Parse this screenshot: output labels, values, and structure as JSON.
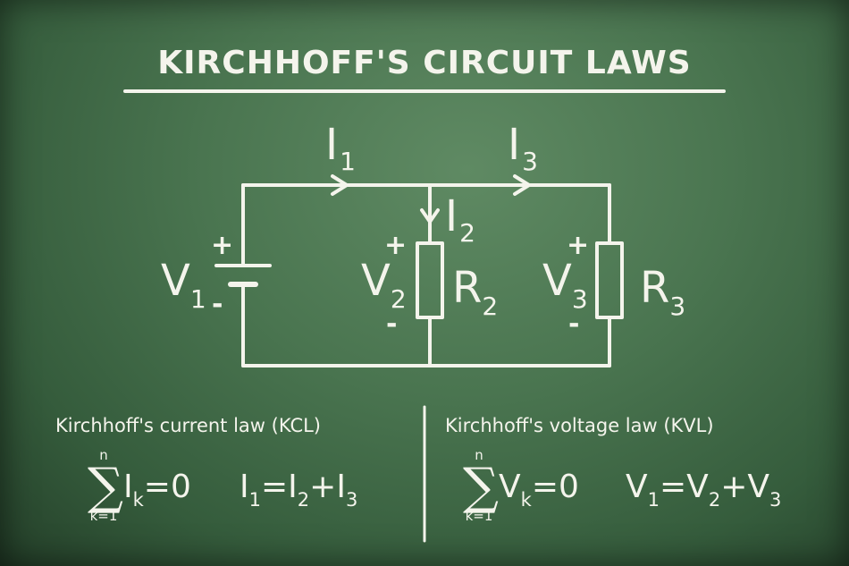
{
  "title": "KIRCHHOFF'S CIRCUIT LAWS",
  "circuit": {
    "i1": {
      "main": "I",
      "sub": "1"
    },
    "i2": {
      "main": "I",
      "sub": "2"
    },
    "i3": {
      "main": "I",
      "sub": "3"
    },
    "v1": {
      "main": "V",
      "sub": "1"
    },
    "v2": {
      "main": "V",
      "sub": "2"
    },
    "v3": {
      "main": "V",
      "sub": "3"
    },
    "r2": {
      "main": "R",
      "sub": "2"
    },
    "r3": {
      "main": "R",
      "sub": "3"
    },
    "plus": "+",
    "minus": "-"
  },
  "kcl": {
    "heading": "Kirchhoff's current law (KCL)",
    "sigma": "∑",
    "upper": "n",
    "lower": "k=1",
    "sum_main": "I",
    "sum_sub": "k",
    "sum_tail": "=0",
    "eq": [
      "I",
      "1",
      "=I",
      "2",
      "+I",
      "3"
    ]
  },
  "kvl": {
    "heading": "Kirchhoff's voltage law (KVL)",
    "sigma": "∑",
    "upper": "n",
    "lower": "k=1",
    "sum_main": "V",
    "sum_sub": "k",
    "sum_tail": "=0",
    "eq": [
      "V",
      "1",
      "=V",
      "2",
      "+V",
      "3"
    ]
  }
}
